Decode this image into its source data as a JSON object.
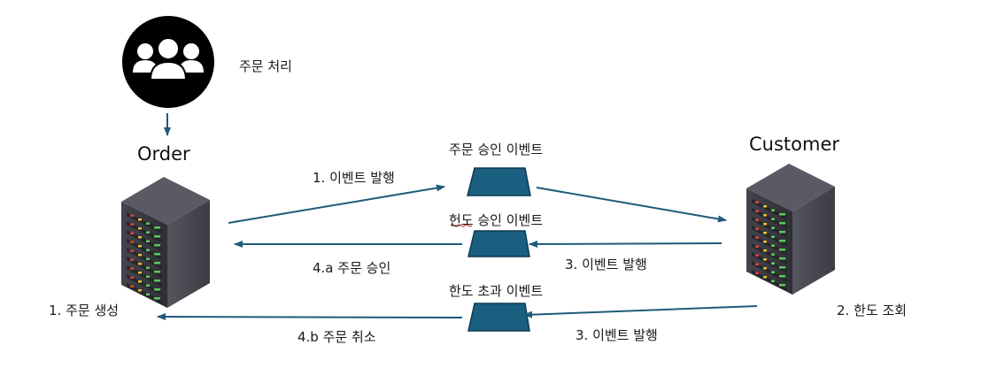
{
  "actor": {
    "label": "주문 처리",
    "icon": "users-group-icon"
  },
  "services": {
    "order": {
      "title": "Order",
      "action": "1. 주문 생성",
      "icon": "server-rack-icon"
    },
    "customer": {
      "title": "Customer",
      "action": "2. 한도 조회",
      "icon": "server-rack-icon"
    }
  },
  "queues": {
    "order_approved": {
      "label": "주문 승인 이벤트"
    },
    "limit_approved": {
      "label": "헌도 승인 이벤트"
    },
    "limit_exceeded": {
      "label": "한도 초과 이벤트"
    }
  },
  "flows": {
    "publish_order": "1. 이벤트 발행",
    "approve_order": "4.a 주문 승인",
    "publish_limit_ok": "3. 이벤트 발행",
    "cancel_order": "4.b 주문 취소",
    "publish_limit_over": "3. 이벤트 발행"
  },
  "colors": {
    "arrow": "#1f5a7a",
    "queue_fill": "#1a5f80",
    "queue_stroke": "#0d3a52",
    "server_dark": "#3a3a40",
    "led_green": "#5cc85c",
    "led_red": "#d94040",
    "led_yellow": "#e0c030"
  }
}
